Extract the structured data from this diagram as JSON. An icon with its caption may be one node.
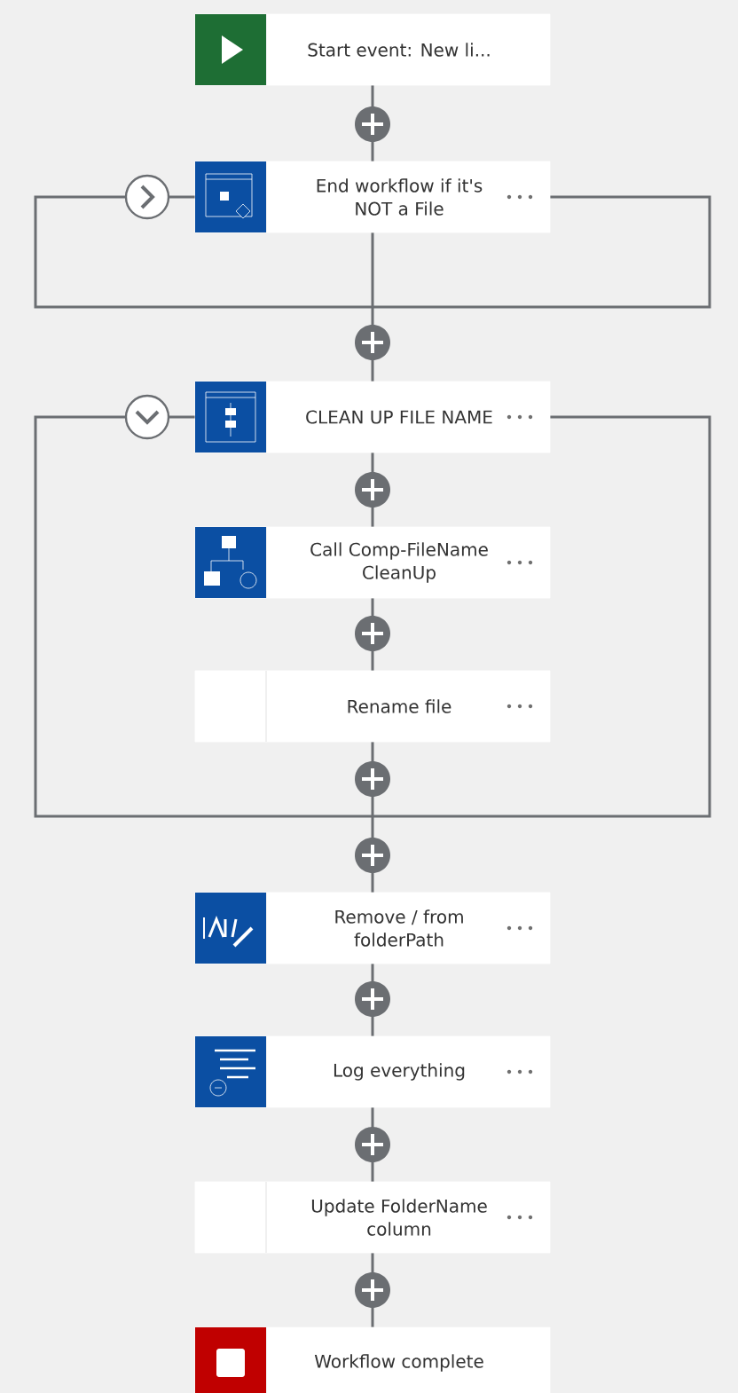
{
  "diagram": {
    "nodes": [
      {
        "text": [
          "Start event: New li..."
        ]
      },
      {
        "text": [
          "End workflow if it's NOT a File"
        ]
      },
      {
        "text": [
          "CLEAN UP FILE NAME"
        ]
      },
      {
        "text": [
          "Call Comp-FileName CleanUp"
        ]
      },
      {
        "text": [
          "Rename file"
        ]
      },
      {
        "text": [
          "Remove / from folderPath"
        ]
      },
      {
        "text": [
          "Log everything"
        ]
      },
      {
        "text": [
          "Update FolderName column"
        ]
      },
      {
        "text": [
          "Workflow complete"
        ]
      }
    ],
    "edges": [
      {
        "from": 0,
        "to": 1,
        "arrow": "none"
      },
      {
        "from": 1,
        "to": 2,
        "arrow": "none"
      },
      {
        "from": 2,
        "to": 3,
        "arrow": "none"
      },
      {
        "from": 3,
        "to": 4,
        "arrow": "none"
      },
      {
        "from": 4,
        "to": 5,
        "arrow": "none"
      },
      {
        "from": 5,
        "to": 6,
        "arrow": "none"
      },
      {
        "from": 6,
        "to": 7,
        "arrow": "none"
      },
      {
        "from": 7,
        "to": 8,
        "arrow": "none"
      }
    ]
  }
}
